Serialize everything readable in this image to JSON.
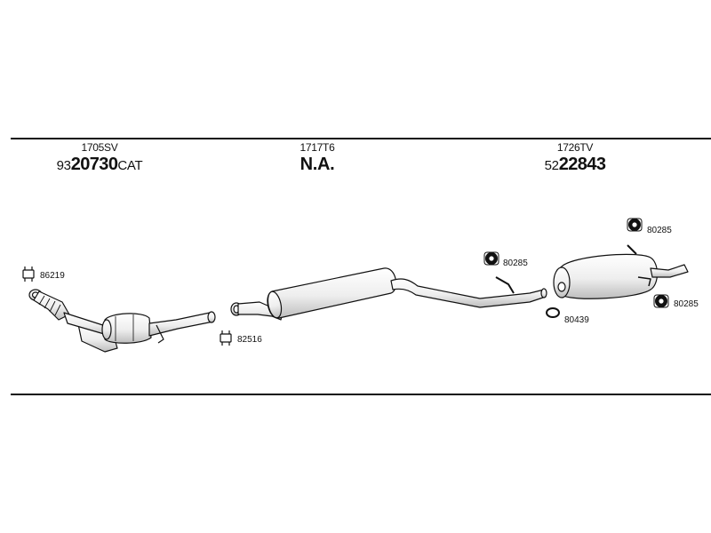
{
  "sections": [
    {
      "ref": "1705SV",
      "code_prefix": "93",
      "code_main": "20730",
      "code_suffix": "CAT"
    },
    {
      "ref": "1717T6",
      "code_text": "N.A."
    },
    {
      "ref": "1726TV",
      "code_prefix": "52",
      "code_main": "22843",
      "code_suffix": ""
    }
  ],
  "parts": {
    "clamp_front": "86219",
    "clamp_center": "82516",
    "mount_mid": "80285",
    "mount_rear_top": "80285",
    "mount_rear_bottom": "80285",
    "ring_rear": "80439"
  }
}
